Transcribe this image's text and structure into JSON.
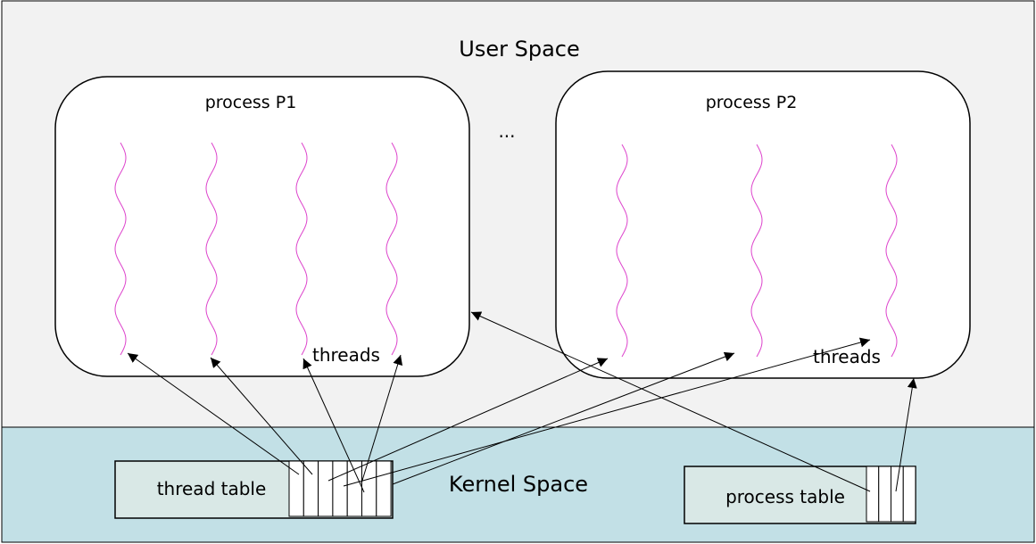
{
  "user_space": {
    "label": "User Space",
    "background": "#f2f2f2",
    "process_p1": {
      "label": "process P1",
      "threads_label": "threads"
    },
    "ellipsis": "...",
    "process_p2": {
      "label": "process P2",
      "threads_label": "threads"
    }
  },
  "kernel_space": {
    "label": "Kernel Space",
    "background": "#c2e0e6",
    "thread_table": {
      "label": "thread table",
      "slot_count": 7
    },
    "process_table": {
      "label": "process table",
      "slot_count": 4
    },
    "table_fill": "#d9e8e6"
  },
  "thread_color": "#dd44cc"
}
